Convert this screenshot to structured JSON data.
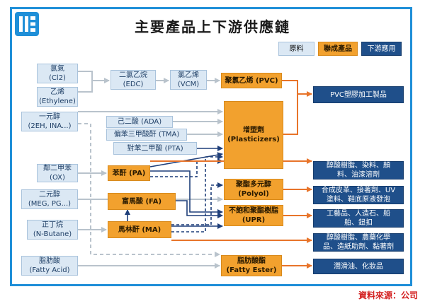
{
  "title": "主要產品上下游供應鏈",
  "legend": {
    "raw": "原料",
    "product": "聯成產品",
    "downstream": "下游應用"
  },
  "raw": {
    "chlorine": {
      "name": "氯氣",
      "formula": "(Cl2)"
    },
    "ethylene": {
      "name": "乙烯",
      "formula": "(Ethylene)"
    },
    "alcohol": {
      "name": "一元醇",
      "formula": "(2EH, INA...)"
    },
    "edc": {
      "name": "二氯乙烷",
      "formula": "(EDC)"
    },
    "vcm": {
      "name": "氯乙烯",
      "formula": "(VCM)"
    },
    "ada": "己二酸 (ADA)",
    "tma": "偏苯三甲酸酐 (TMA)",
    "pta": "對苯二甲酸 (PTA)",
    "ox": {
      "name": "鄰二甲苯",
      "formula": "(OX)"
    },
    "diol": {
      "name": "二元醇",
      "formula": "(MEG, PG...)"
    },
    "butane": {
      "name": "正丁烷",
      "formula": "(N-Butane)"
    },
    "fatty_acid": {
      "name": "脂肪酸",
      "formula": "(Fatty Acid)"
    }
  },
  "products": {
    "pvc": "聚氯乙烯 (PVC)",
    "plasticizer": {
      "name": "增塑劑",
      "formula": "(Plasticizers)"
    },
    "pa": "苯酐 (PA)",
    "fa": "富馬酸 (FA)",
    "ma": "馬林酐 (MA)",
    "polyol": {
      "name": "聚酯多元醇",
      "formula": "(Polyol)"
    },
    "upr": {
      "name": "不飽和聚酯樹脂",
      "formula": "(UPR)"
    },
    "fatty_ester": {
      "name": "脂肪酸酯",
      "formula": "(Fatty Ester)"
    }
  },
  "downstream": {
    "pvc_products": "PVC塑膠加工製品",
    "alkyd_coating": {
      "line1": "醇酸樹脂、染料、顏",
      "line2": "料、油漆溶劑"
    },
    "leather": {
      "line1": "合成皮革、接著劑、UV",
      "line2": "塗料、鞋底原液發泡"
    },
    "crafts": {
      "line1": "工藝品、人造石、船",
      "line2": "舶、鈕扣"
    },
    "agri": {
      "line1": "醇酸樹脂、農藥化學",
      "line2": "品、造紙助劑、黏著劑"
    },
    "lubricant": "潤滑油、化妝品"
  },
  "source": "資料來源：公司",
  "colors": {
    "frame": "#1f8fd8",
    "raw": "#dbe8f4",
    "product": "#f2a12e",
    "downstream": "#1f4f8a",
    "source": "#d31f1f"
  }
}
